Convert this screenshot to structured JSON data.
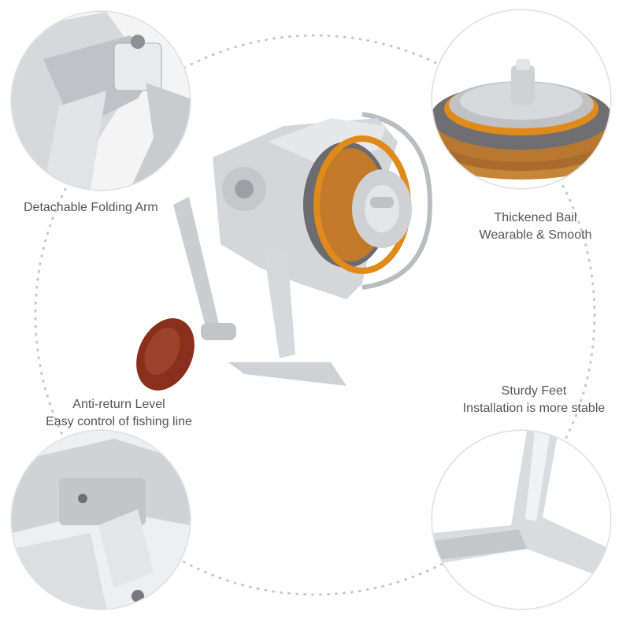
{
  "features": {
    "folding_arm": {
      "line1": "Detachable Folding Arm"
    },
    "bail": {
      "line1": "Thickened Bail",
      "line2": "Wearable & Smooth"
    },
    "anti_return": {
      "line1": "Anti-return Level",
      "line2": "Easy control of fishing line"
    },
    "feet": {
      "line1": "Sturdy Feet",
      "line2": "Installation is more stable"
    }
  },
  "colors": {
    "silver": "#cfd1d4",
    "spool_gray": "#6b6b70",
    "spool_orange": "#e08a1a",
    "handle_wood": "#8a2f1c",
    "text": "#555555"
  }
}
